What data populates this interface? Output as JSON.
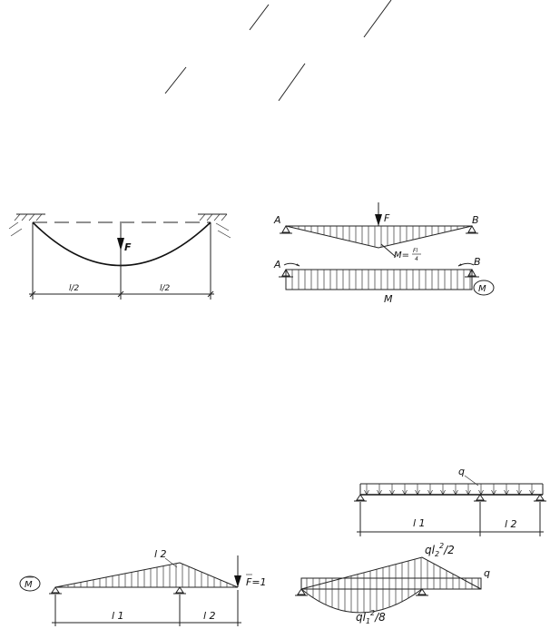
{
  "colors": {
    "ink": "#111111",
    "paper": "#ffffff"
  },
  "top_strokes": {
    "count": 4
  },
  "cable": {
    "load_label": "F",
    "span_left_label": "l/2",
    "span_right_label": "l/2"
  },
  "beam_ab": {
    "left_support": "A",
    "right_support": "B",
    "load_label": "F",
    "moment_formula": {
      "prefix": "M=",
      "numerator": "Fl",
      "denominator": "4"
    }
  },
  "beam_m": {
    "left_support": "A",
    "right_support": "B",
    "moment_label": "M",
    "circled_label": "M"
  },
  "distributed_beam": {
    "load_label": "q",
    "span1_label": "l 1",
    "span2_label": "l 2"
  },
  "unit_moment": {
    "circled_label": "M",
    "peak_label": "l 2",
    "load_label": "F=1",
    "span1_label": "l 1",
    "span2_label": "l 2"
  },
  "q_moment": {
    "top_label_base": "ql",
    "top_label_sub": "2",
    "top_label_sup": "2",
    "top_label_tail": "/2",
    "bottom_label_base": "ql",
    "bottom_label_sub": "1",
    "bottom_label_sup": "2",
    "bottom_label_tail": "/8",
    "load_label": "q"
  }
}
